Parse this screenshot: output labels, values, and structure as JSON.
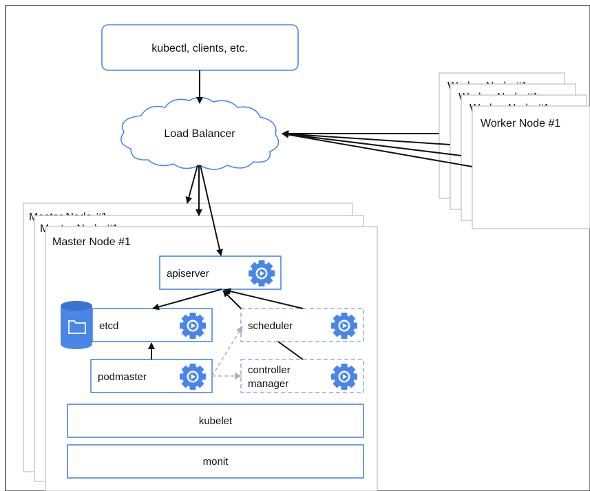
{
  "diagram": {
    "clients_label": "kubectl, clients, etc.",
    "load_balancer_label": "Load Balancer",
    "worker_node_label": "Worker Node #1",
    "master_node_label": "Master Node #1",
    "components": {
      "apiserver": "apiserver",
      "etcd": "etcd",
      "scheduler": "scheduler",
      "podmaster": "podmaster",
      "controller_manager_line1": "controller",
      "controller_manager_line2": "manager",
      "kubelet": "kubelet",
      "monit": "monit"
    },
    "icons": {
      "gear": "gear-icon",
      "database": "database-icon",
      "folder": "folder-icon"
    },
    "colors": {
      "accent": "#4a86e8",
      "dashed_border": "#8ab0ea",
      "node_border": "#c8c8c8",
      "edge": "#111111",
      "dashed_edge": "#b0b0b0"
    }
  }
}
